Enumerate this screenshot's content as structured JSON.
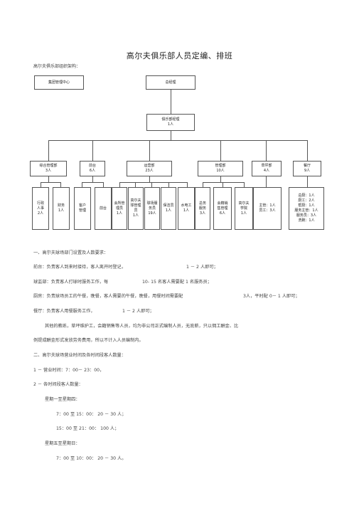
{
  "doc": {
    "title": "高尔夫俱乐部人员定编、排班",
    "subtitle": "高尔夫俱乐部组织架构："
  },
  "org": {
    "top_left": "集团管理中心",
    "gm": "总经理",
    "exec_gm": [
      "俱乐部经理",
      "1人"
    ],
    "depts": [
      [
        "综合管理部",
        "3人"
      ],
      [
        "前台",
        "6人"
      ],
      [
        "运营部",
        "23人"
      ],
      [
        "管理部",
        "10人"
      ],
      [
        "草坪部",
        "4人"
      ],
      [
        "餐厅",
        "9人"
      ]
    ],
    "subs": [
      [
        "行政",
        "人事",
        "2人"
      ],
      [
        "财务",
        "1人"
      ],
      [
        "客户",
        "管理"
      ],
      [
        "前台"
      ],
      [
        "会所管",
        "理员",
        "1人"
      ],
      [
        "高尔夫",
        "球管理",
        "员",
        "1人"
      ],
      [
        "球场服",
        "务员",
        "19人"
      ],
      [
        "保洁员",
        "1人"
      ],
      [
        "水电工",
        "1人"
      ],
      [
        "总务",
        "服务",
        "3人"
      ],
      [
        "会籍销",
        "售管理",
        "6人"
      ],
      [
        "高尔夫",
        "学院",
        "1人"
      ],
      [
        "主管：1人",
        "员工：3人"
      ],
      [
        "总厨：1人",
        "厨工：2人",
        "帮厨：1人",
        "服务主管：1人",
        "服务员：3人",
        "洗碗：1人"
      ]
    ]
  },
  "body": {
    "s1_heading": "一、高尔夫球场部门设置及人数要求：",
    "front": "前台：负责客人到来时接待，客人离开时登记，",
    "front_n": "1 － 2 人即可；",
    "caddie": "球监部：负责客人打球时服务工作，每",
    "caddie_n": "10-  15 名客人需要配 1 名服务员；",
    "kitchen": "厨房：负责球场员工的午餐，晚餐，客人需要的午餐，晚餐，用餐时间需要配",
    "kitchen_n": "3人，平时配 0－ 1 人即可；",
    "dining": "餐厅：负责客人用餐服务工作，",
    "dining_n": "1 － 2 人即可；",
    "other1": "其他的教练，草坪维护工，会籍销售等人员，均为非公司正式编制人员，无底薪，只以佣工酬金、比",
    "other2": "例提成酬金形式发放劳务费用，所以不计入人员编制内。",
    "s2_heading": "二、高尔夫球场营业时间及各时间段客人数量：",
    "hours": "1 － 营业时间：7：00－ 23：00，",
    "guests_heading": "2 － 各时间段客人数量：",
    "weekday": "星期一至星期四：",
    "wd1": "7：00 至 15：00： 20 － 30 人；",
    "wd2": "15：00 至 21：00： 100 人；",
    "weekend": "星期五至星期日：",
    "we1": "7：00 至 10：00： 20 － 30 人。"
  }
}
